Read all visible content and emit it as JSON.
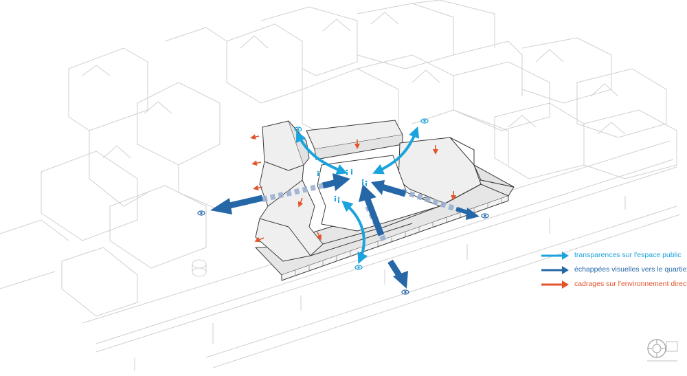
{
  "legend": {
    "items": [
      {
        "label": "transparences sur l'espace public",
        "color": "#1aa3dc"
      },
      {
        "label": "échappées visuelles vers le quartier",
        "color": "#2667a8"
      },
      {
        "label": "cadrages sur l'environnement direct",
        "color": "#e2552b"
      }
    ]
  },
  "palette": {
    "context_lines": "#cfcfcf",
    "building_fill": "#efefef",
    "building_stroke": "#3a3a3a",
    "courtyard_fill": "#ffffff"
  },
  "icons": [
    "eye-icon",
    "person-icon",
    "watermark-logo"
  ]
}
